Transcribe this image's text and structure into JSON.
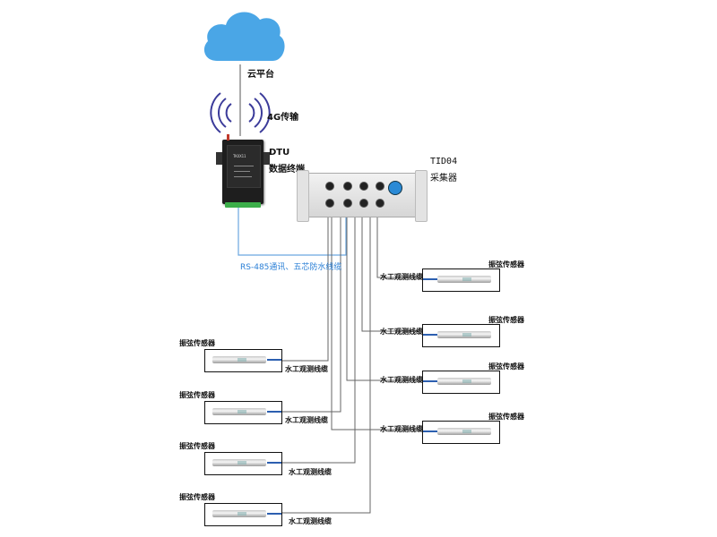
{
  "cloud": {
    "label": "云平台"
  },
  "wireless": {
    "label": "4G传输"
  },
  "dtu": {
    "title": "DTU",
    "subtitle": "数据终端"
  },
  "collector": {
    "model": "TID04",
    "name": "采集器"
  },
  "bus": {
    "label": "RS-485通讯、五芯防水线缆"
  },
  "sensors": {
    "right": [
      {
        "label": "振弦传感器",
        "cable": "水工观测线缆"
      },
      {
        "label": "振弦传感器",
        "cable": "水工观测线缆"
      },
      {
        "label": "振弦传感器",
        "cable": "水工观测线缆"
      },
      {
        "label": "振弦传感器",
        "cable": "水工观测线缆"
      }
    ],
    "left": [
      {
        "label": "振弦传感器",
        "cable": "水工观测线缆"
      },
      {
        "label": "振弦传感器",
        "cable": "水工观测线缆"
      },
      {
        "label": "振弦传感器",
        "cable": "水工观测线缆"
      },
      {
        "label": "振弦传感器",
        "cable": "水工观测线缆"
      }
    ]
  },
  "colors": {
    "cloud": "#4aa6e6",
    "bus": "#2a7fd6",
    "wave": "#3b3b9a"
  }
}
